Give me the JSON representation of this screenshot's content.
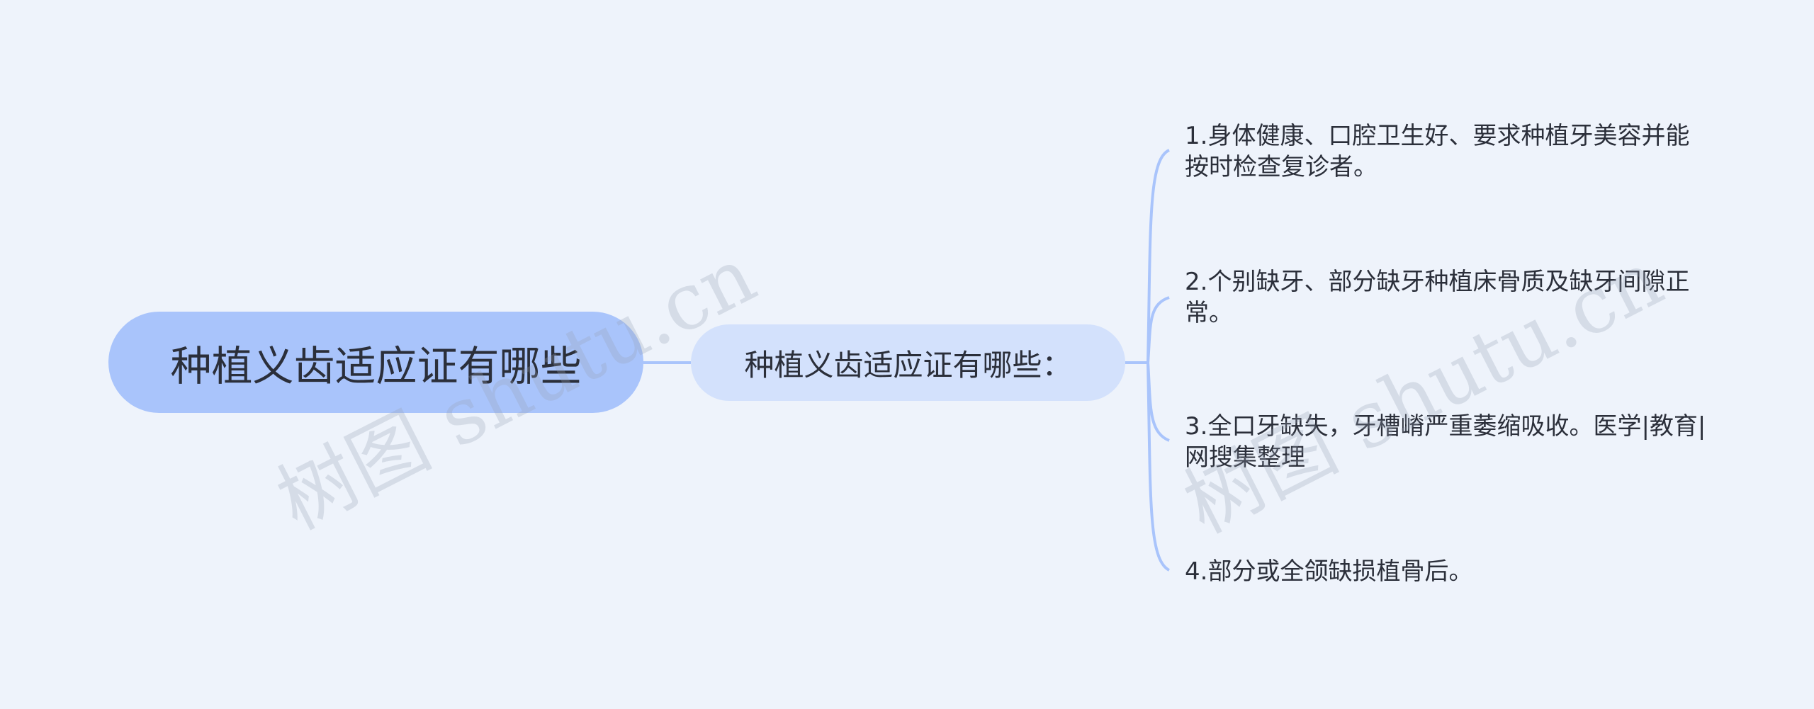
{
  "root": {
    "label": "种植义齿适应证有哪些"
  },
  "branch": {
    "label": "种植义齿适应证有哪些："
  },
  "leaves": [
    {
      "text": "1.身体健康、口腔卫生好、要求种植牙美容并能按时检查复诊者。"
    },
    {
      "text": "2.个别缺牙、部分缺牙种植床骨质及缺牙间隙正常。"
    },
    {
      "text": "3.全口牙缺失，牙槽嵴严重萎缩吸收。医学|教育|网搜集整理"
    },
    {
      "text": "4.部分或全颌缺损植骨后。"
    }
  ],
  "watermarks": [
    {
      "text": "树图 shutu.cn"
    },
    {
      "text": "树图 shutu.cn"
    }
  ],
  "colors": {
    "background": "#eef3fb",
    "root_fill": "#a9c4fb",
    "branch_fill": "#d3e1fc",
    "connector": "#a9c4fb",
    "text": "#2b2f3a"
  }
}
